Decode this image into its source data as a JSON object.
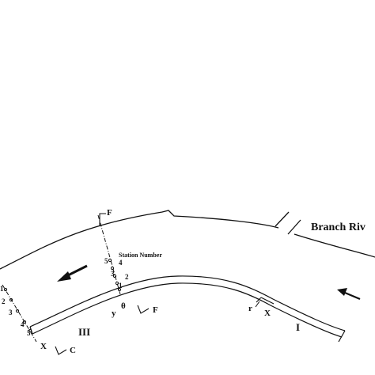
{
  "diagram": {
    "river_label": "Branch Riv",
    "station_caption": "Station Number",
    "section_labels": {
      "upper_section": "F",
      "lower_section": "F",
      "bottom_section": "C"
    },
    "reach_labels": {
      "reach_1": "I",
      "reach_3": "III"
    },
    "coordinate_labels": {
      "x_left": "X",
      "x_right": "X",
      "y": "y",
      "theta": "θ",
      "r": "r"
    },
    "station_numbers_mid": [
      "5",
      "4",
      "3",
      "2",
      "1"
    ],
    "station_numbers_left": [
      "1",
      "2",
      "3",
      "4",
      "5"
    ],
    "colors": {
      "ink": "#111111",
      "background": "#ffffff"
    }
  }
}
